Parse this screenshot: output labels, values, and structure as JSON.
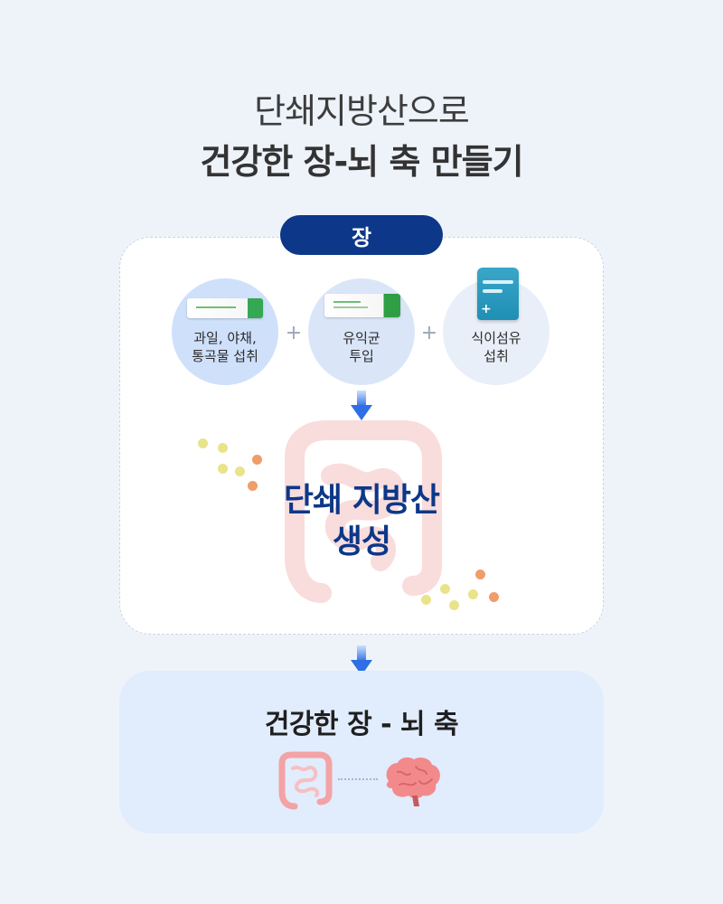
{
  "title": {
    "line1": "단쇄지방산으로",
    "line2": "건강한 장-뇌 축 만들기"
  },
  "gut_section": {
    "label": "장",
    "inputs": [
      {
        "line1": "과일, 야채,",
        "line2": "통곡물 섭취",
        "icon": "stick-pack-icon"
      },
      {
        "line1": "유익균",
        "line2": "투입",
        "icon": "probiotic-stick-icon"
      },
      {
        "line1": "식이섬유",
        "line2": "섭취",
        "icon": "fiber-pouch-icon"
      }
    ],
    "operator": "+",
    "result": {
      "line1": "단쇄 지방산",
      "line2": "생성"
    }
  },
  "axis_section": {
    "title": "건강한 장 - 뇌 축",
    "icons": [
      "intestine-icon",
      "brain-icon"
    ]
  },
  "colors": {
    "navy": "#0d3788",
    "background": "#eef3fa",
    "panel_blue": "#e1ecfd",
    "arrow_blue": "#3b7cf0",
    "intestine_pink": "#f3a3a5",
    "brain_pink": "#f28a8c"
  }
}
